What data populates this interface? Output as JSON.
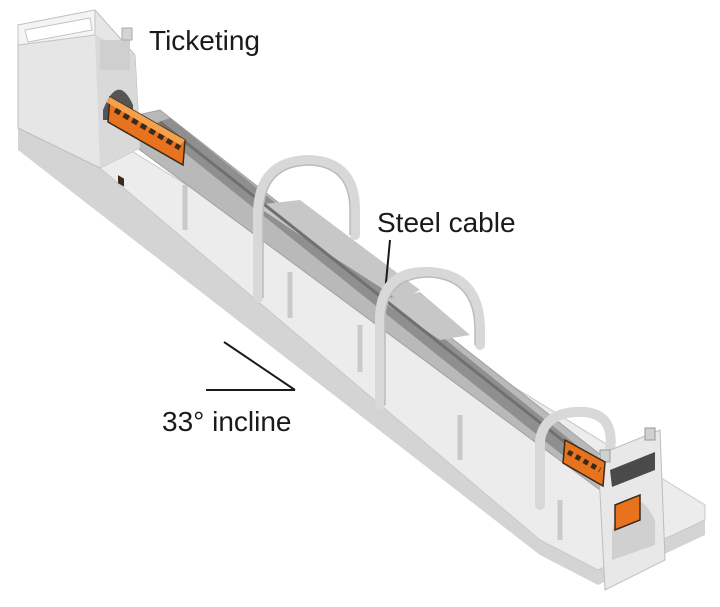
{
  "labels": {
    "ticketing": "Ticketing",
    "steel_cable": "Steel cable",
    "incline": "33° incline"
  },
  "colors": {
    "car_orange": "#e8731e",
    "car_dark": "#3a2a1a",
    "concrete": "#e9e9e9",
    "concrete_shadow": "#cfcfcf",
    "track_dark": "#9a9a9a",
    "track_mid": "#bdbdbd",
    "arch": "#dcdcdc"
  }
}
